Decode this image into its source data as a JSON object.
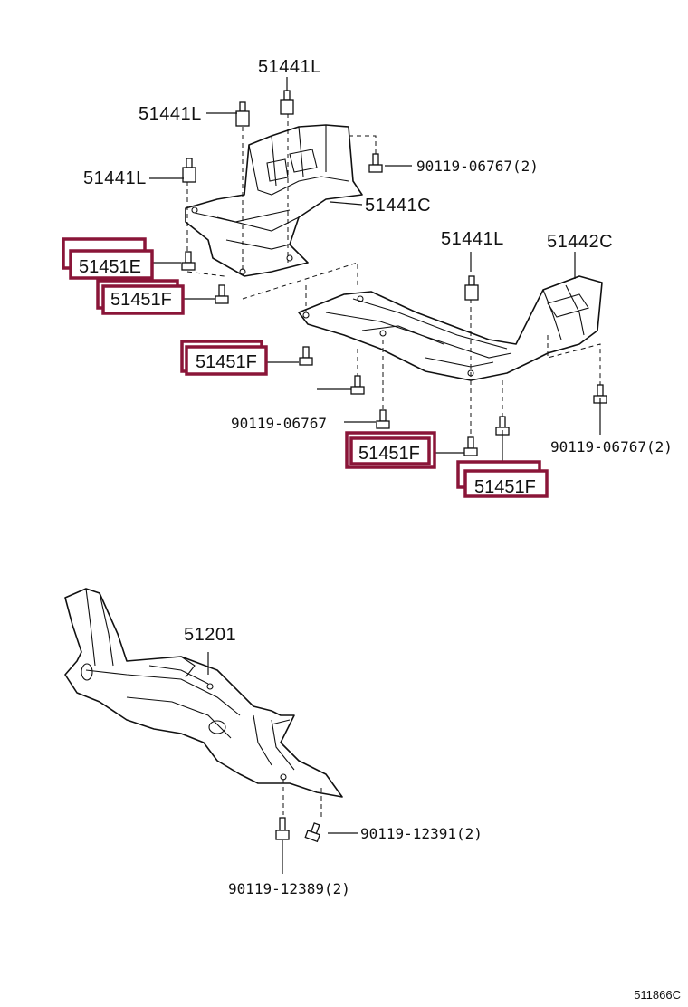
{
  "labels": {
    "top_clip": "51441L",
    "left_clip_upper": "51441L",
    "left_clip_lower": "51441L",
    "right_clip": "51441L",
    "front_cover": "51441C",
    "rear_cover": "51442C",
    "bolt_top_right": "90119-06767(2)",
    "bolt_center": "90119-06767",
    "bolt_far_right": "90119-06767(2)",
    "crossmember": "51201",
    "bolt_cross_right": "90119-12391(2)",
    "bolt_cross_bottom": "90119-12389(2)"
  },
  "highlighted_parts": [
    {
      "label": "51451E"
    },
    {
      "label": "51451F"
    },
    {
      "label": "51451F"
    },
    {
      "label": "51451F"
    },
    {
      "label": "51451F"
    }
  ],
  "footer": {
    "code": "511866C"
  },
  "colors": {
    "highlight": "#8a1538",
    "ink": "#111111"
  }
}
